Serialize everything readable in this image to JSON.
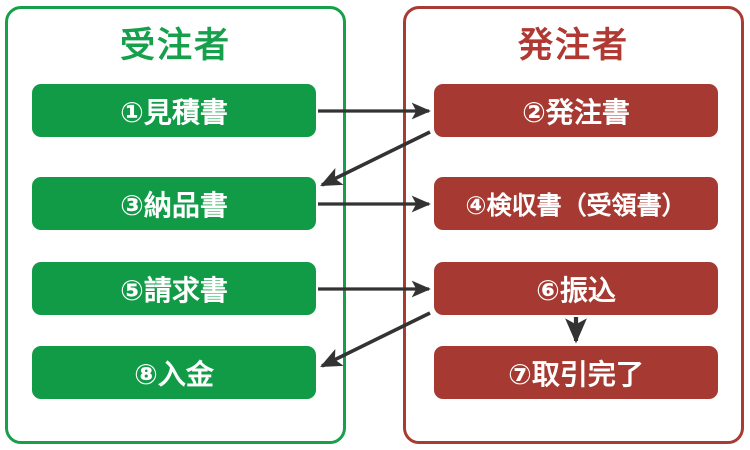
{
  "diagram": {
    "type": "flow-diagram",
    "title_left": "受注者",
    "title_right": "発注者",
    "panels": [
      {
        "id": "supplier",
        "title": "受注者",
        "color": "#16A04C",
        "steps": [
          {
            "n": "1",
            "label": "①見積書"
          },
          {
            "n": "3",
            "label": "③納品書"
          },
          {
            "n": "5",
            "label": "⑤請求書"
          },
          {
            "n": "8",
            "label": "⑧入金"
          }
        ]
      },
      {
        "id": "buyer",
        "title": "発注者",
        "color": "#A83C35",
        "steps": [
          {
            "n": "2",
            "label": "②発注書"
          },
          {
            "n": "4",
            "label": "④検収書（受領書）"
          },
          {
            "n": "6",
            "label": "⑥振込"
          },
          {
            "n": "7",
            "label": "⑦取引完了"
          }
        ]
      }
    ],
    "arrows": [
      {
        "id": "a1",
        "from": "①見積書",
        "to": "②発注書",
        "direction": "left-to-right"
      },
      {
        "id": "a2",
        "from": "②発注書",
        "to": "③納品書",
        "direction": "right-to-left-diagonal"
      },
      {
        "id": "a3",
        "from": "③納品書",
        "to": "④検収書（受領書）",
        "direction": "left-to-right"
      },
      {
        "id": "a4",
        "from": "⑤請求書",
        "to": "⑥振込",
        "direction": "left-to-right"
      },
      {
        "id": "a5",
        "from": "⑥振込",
        "to": "⑦取引完了",
        "direction": "top-to-bottom"
      },
      {
        "id": "a6",
        "from": "⑥振込",
        "to": "⑧入金",
        "direction": "right-to-left-diagonal"
      }
    ],
    "colors": {
      "green_fill": "#119B47",
      "green_border": "#16A04C",
      "red_fill": "#A63A33",
      "red_border": "#A83C35",
      "arrow": "#333333",
      "background": "#FFFFFF",
      "box_text": "#FFFFFF"
    }
  }
}
